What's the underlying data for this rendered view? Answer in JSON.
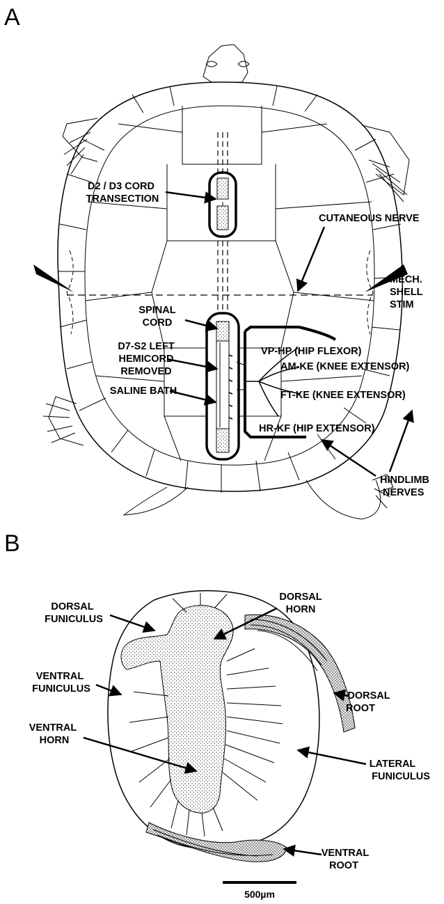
{
  "panel_a": {
    "letter": "A",
    "labels": {
      "transection_1": "D2 / D3 CORD",
      "transection_2": "TRANSECTION",
      "cutaneous": "CUTANEOUS NERVE",
      "mech_1": "MECH.",
      "mech_2": "SHELL",
      "mech_3": "STIM",
      "spinal_1": "SPINAL",
      "spinal_2": "CORD",
      "hemi_1": "D7-S2 LEFT",
      "hemi_2": "HEMICORD",
      "hemi_3": "REMOVED",
      "saline": "SALINE BATH",
      "vp_hp": "VP-HP (HIP FLEXOR)",
      "am_ke": "AM-KE (KNEE EXTENSOR)",
      "ft_ke": "FT-KE (KNEE EXTENSOR)",
      "hr_kf": "HR-KF (HIP EXTENSOR)",
      "hind_1": "HINDLIMB",
      "hind_2": "NERVES"
    }
  },
  "panel_b": {
    "letter": "B",
    "labels": {
      "dorsal_fun_1": "DORSAL",
      "dorsal_fun_2": "FUNICULUS",
      "dorsal_horn_1": "DORSAL",
      "dorsal_horn_2": "HORN",
      "ventral_fun_1": "VENTRAL",
      "ventral_fun_2": "FUNICULUS",
      "ventral_horn_1": "VENTRAL",
      "ventral_horn_2": "HORN",
      "dorsal_root_1": "DORSAL",
      "dorsal_root_2": "ROOT",
      "lateral_fun_1": "LATERAL",
      "lateral_fun_2": "FUNICULUS",
      "ventral_root_1": "VENTRAL",
      "ventral_root_2": "ROOT"
    },
    "scale_bar": "500µm"
  }
}
